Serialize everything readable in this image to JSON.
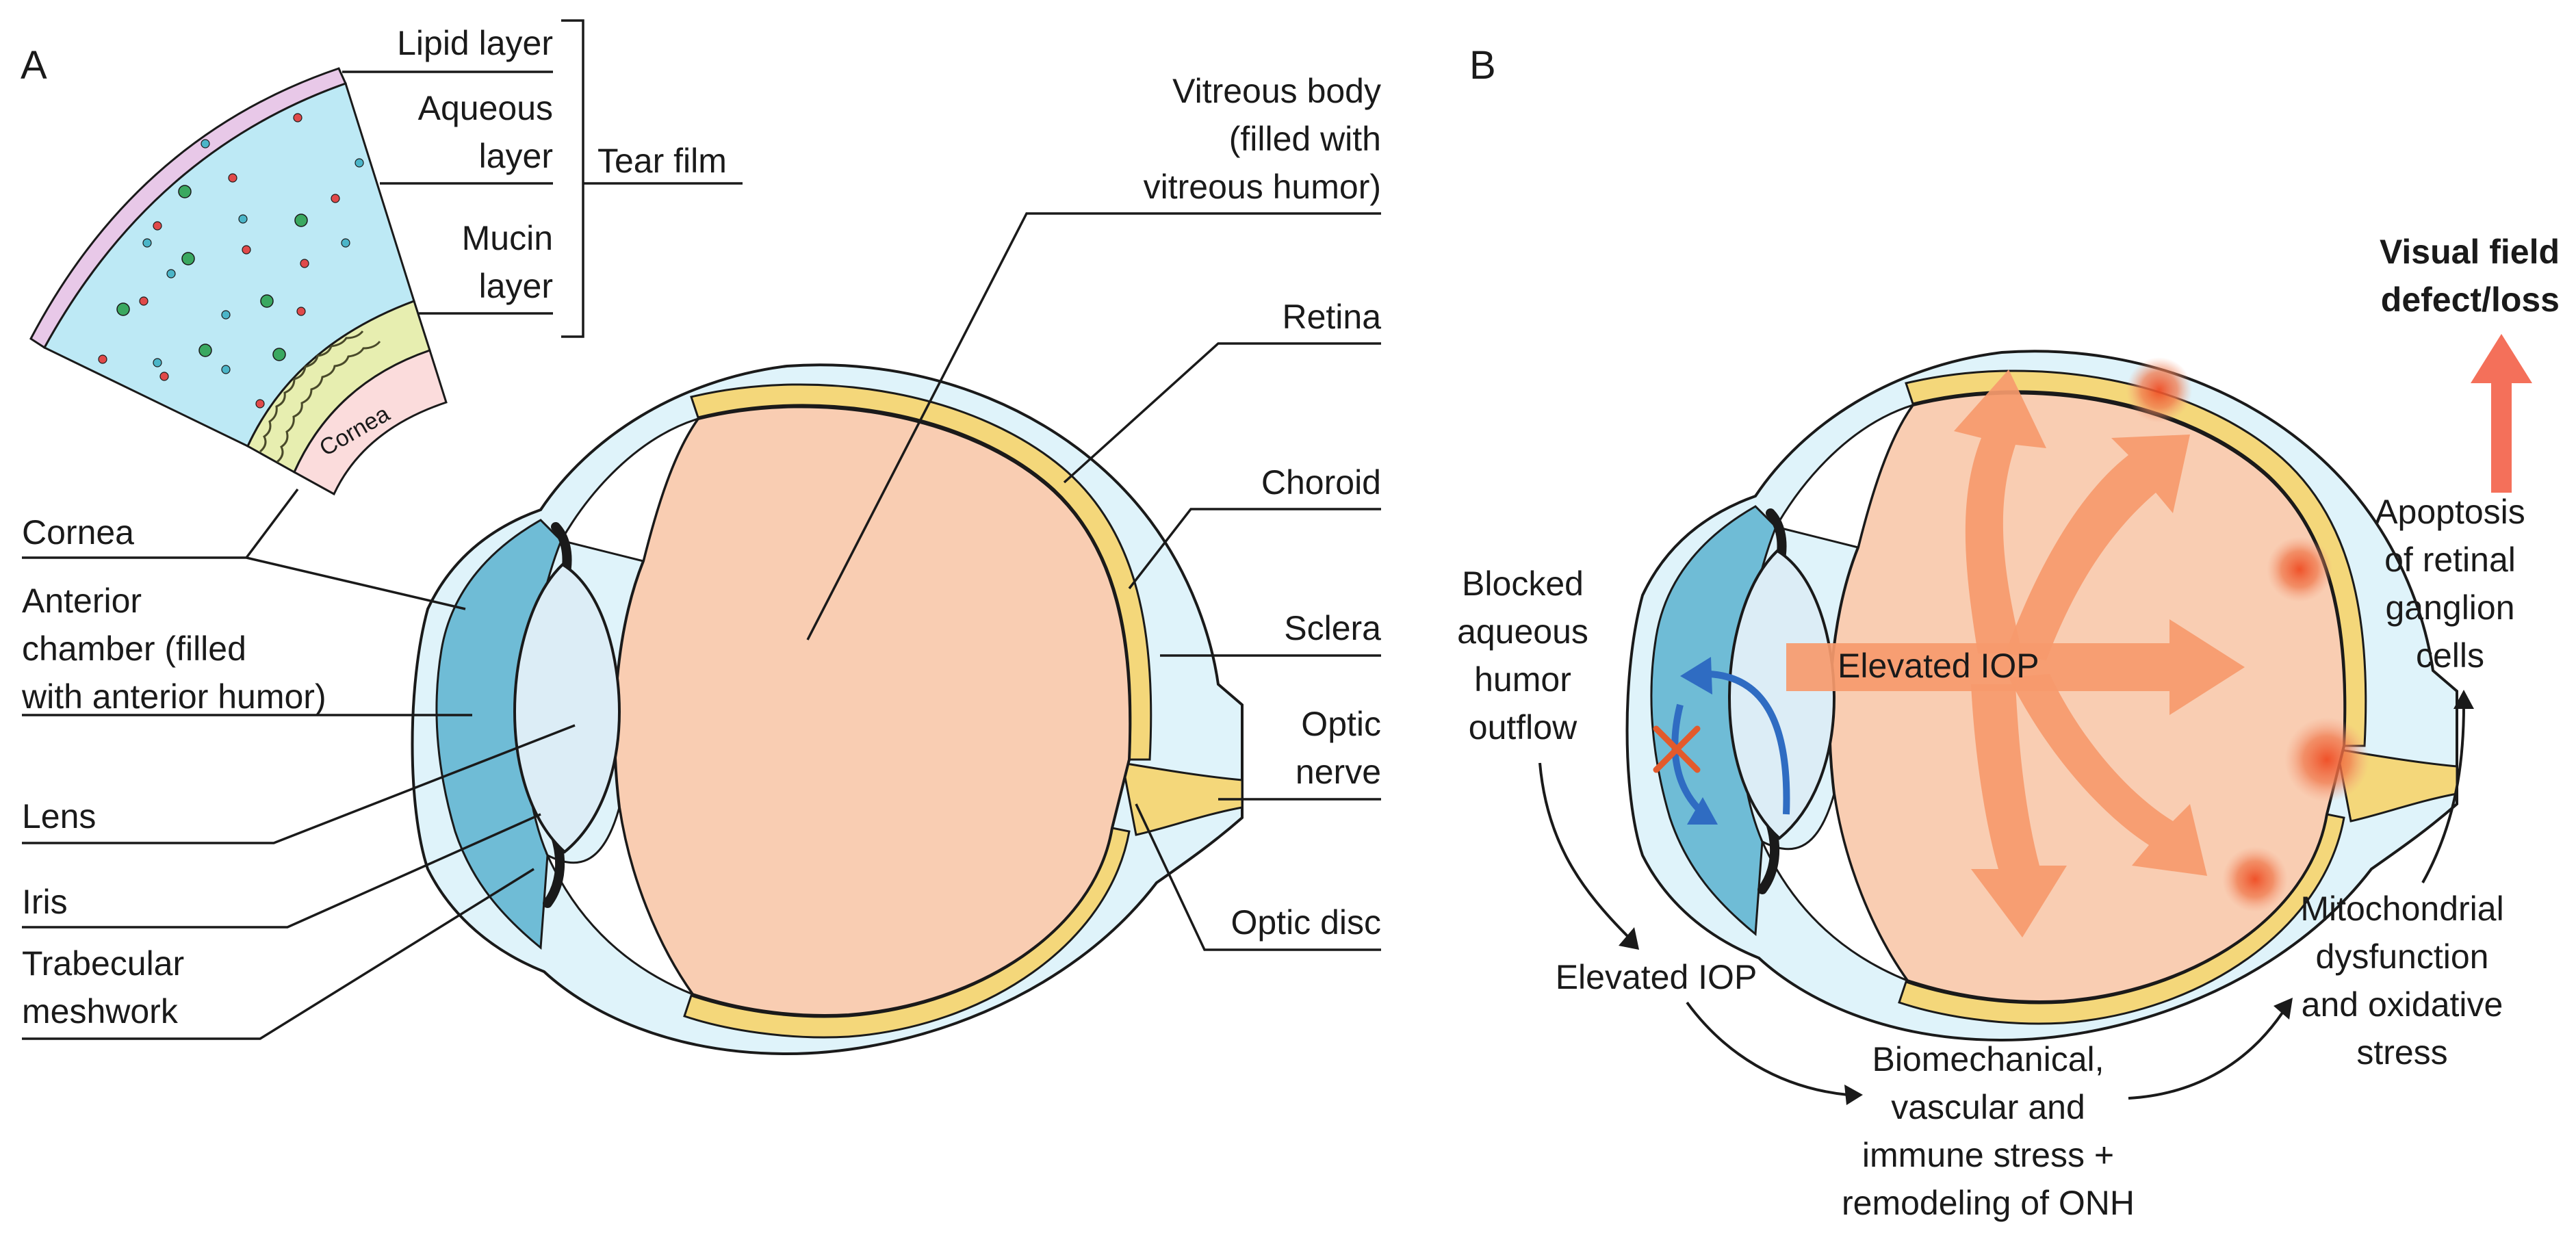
{
  "panels": {
    "a": "A",
    "b": "B"
  },
  "tear_film": {
    "lipid": "Lipid layer",
    "aqueous": [
      "Aqueous",
      "layer"
    ],
    "tear_film": "Tear film",
    "mucin": [
      "Mucin",
      "layer"
    ],
    "cornea_inset": "Cornea"
  },
  "left_labels": {
    "cornea": "Cornea",
    "anterior": [
      "Anterior",
      "chamber (filled",
      "with anterior humor)"
    ],
    "lens": "Lens",
    "iris": "Iris",
    "trabecular": [
      "Trabecular",
      "meshwork"
    ]
  },
  "right_labels": {
    "vitreous": [
      "Vitreous body",
      "(filled with",
      "vitreous humor)"
    ],
    "retina": "Retina",
    "choroid": "Choroid",
    "sclera": "Sclera",
    "optic_nerve": [
      "Optic",
      "nerve"
    ],
    "optic_disc": "Optic disc"
  },
  "panel_b": {
    "visual_field": [
      "Visual field",
      "defect/loss"
    ],
    "apoptosis": [
      "Apoptosis",
      "of retinal",
      "ganglion",
      "cells"
    ],
    "blocked": [
      "Blocked",
      "aqueous",
      "humor",
      "outflow"
    ],
    "elevated_iop_center": "Elevated IOP",
    "elevated_iop": "Elevated IOP",
    "biomechanical": [
      "Biomechanical,",
      "vascular and",
      "immune stress +",
      "remodeling of ONH"
    ],
    "mitochondrial": [
      "Mitochondrial",
      "dysfunction",
      "and oxidative",
      "stress"
    ]
  },
  "colors": {
    "vitreous": "#f9cdb2",
    "sclera": "#dff3fa",
    "anterior_chamber": "#6fbcd6",
    "lens": "#dcedf6",
    "choroid_yellow": "#f4d77a",
    "tear_aqueous": "#bde9f5",
    "tear_lipid": "#e8c8e8",
    "tear_mucin": "#e7eeb0",
    "cornea_pink": "#fbdcdc",
    "iop_arrow": "#f69a6c",
    "visual_arrow": "#f4705a",
    "flow_blue": "#2f6cc2",
    "block_x": "#e35a2c",
    "hotspot": "#ef6a3c"
  }
}
